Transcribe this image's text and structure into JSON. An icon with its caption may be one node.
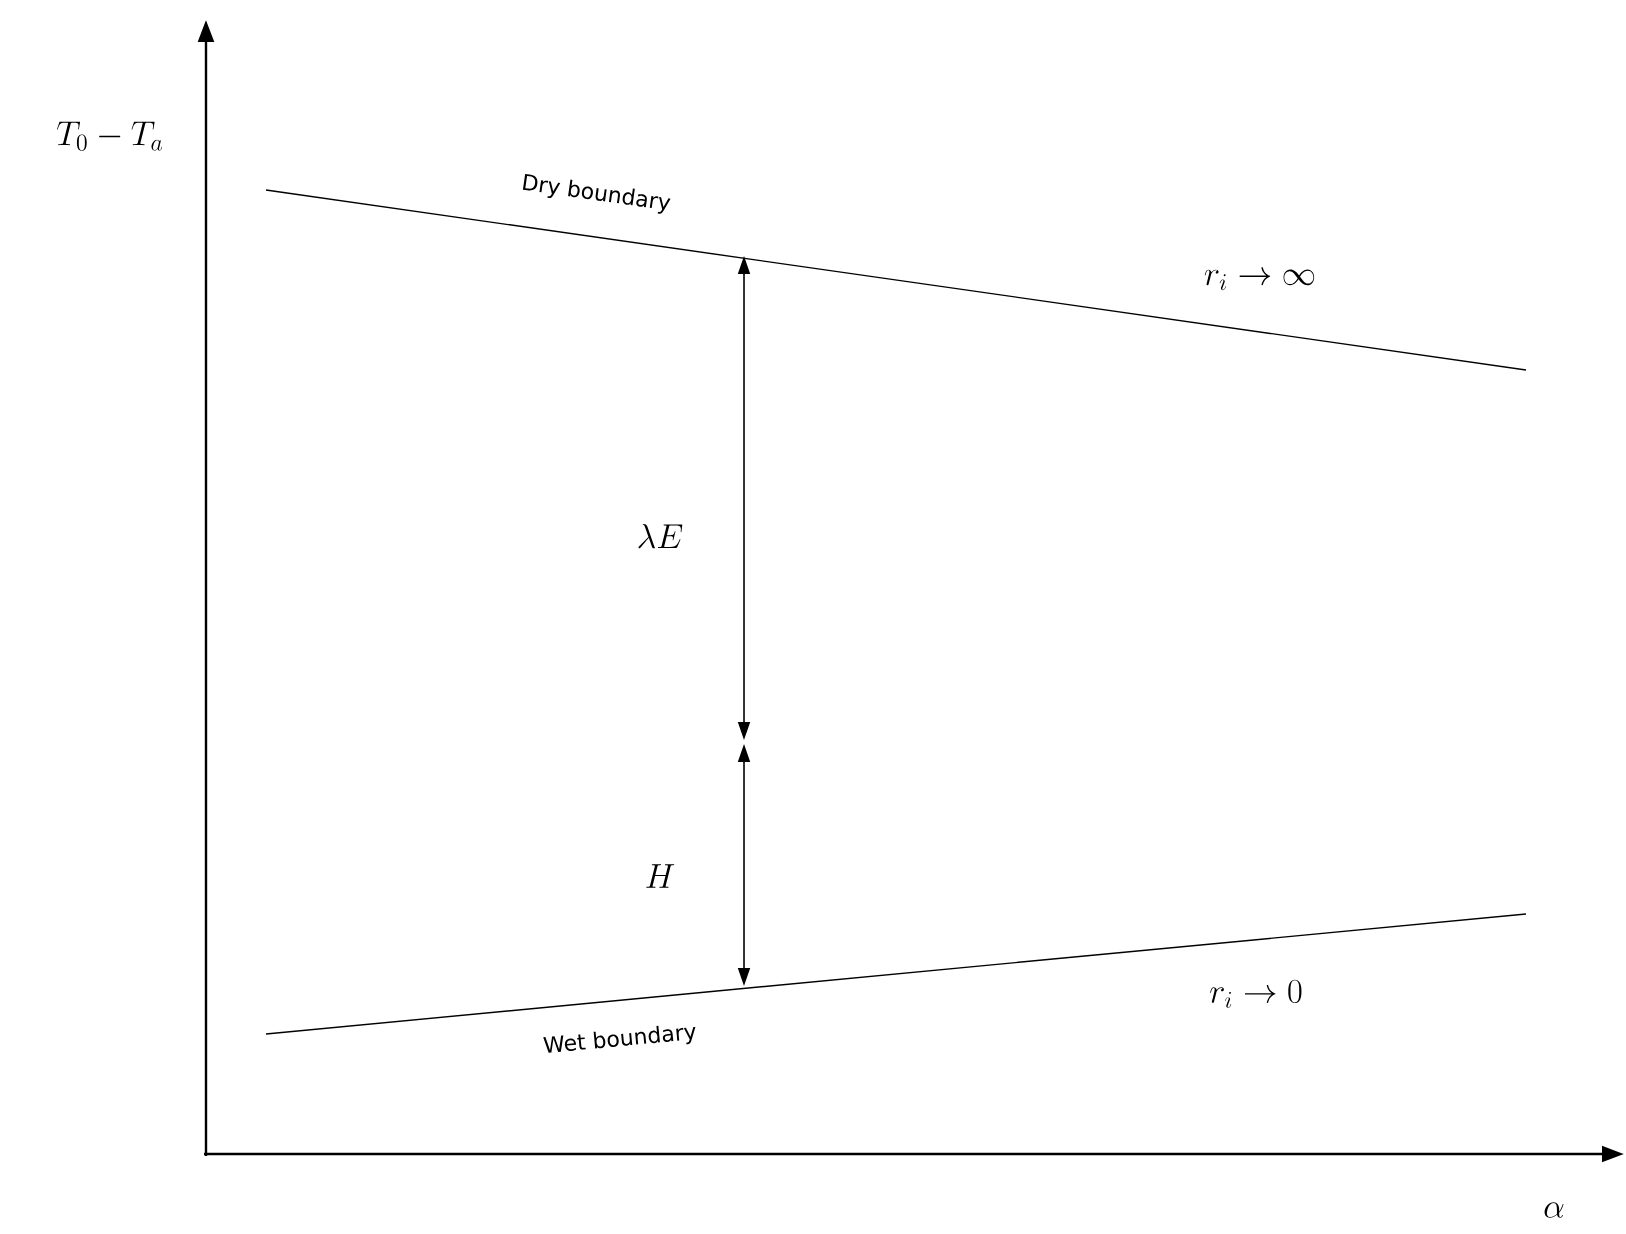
{
  "diagram": {
    "labels": [
      "T_0 - T_a",
      "Dry boundary",
      "r_i \\to \\infty",
      "\\lambda E",
      "H",
      "Wet boundary",
      "r_i \\to 0",
      "\\alpha"
    ]
  }
}
